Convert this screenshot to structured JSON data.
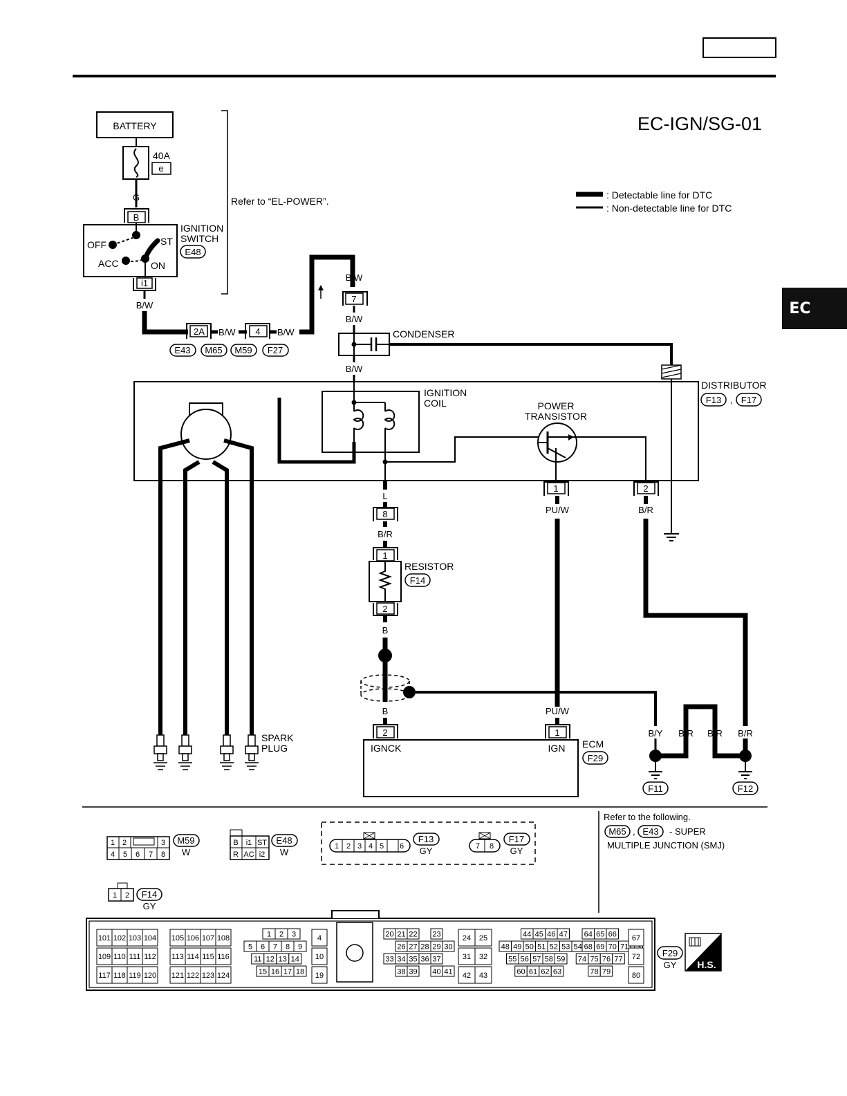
{
  "header": {
    "section_tab": "EC",
    "diagram_code": "EC-IGN/SG-01"
  },
  "legend": {
    "detectable": ": Detectable line for DTC",
    "non_detectable": ": Non-detectable line for DTC"
  },
  "refer_power": "Refer to “EL-POWER”.",
  "battery": "BATTERY",
  "fuse": {
    "rating": "40A",
    "id": "e"
  },
  "ignition_switch": {
    "label1": "IGNITION",
    "label2": "SWITCH",
    "connector": "E48",
    "pin_b": "B",
    "pin_i1": "i1",
    "positions": {
      "off": "OFF",
      "acc": "ACC",
      "on": "ON",
      "st": "ST"
    }
  },
  "wires": {
    "g": "G",
    "bw": "B/W",
    "l": "L",
    "br": "B/R",
    "b": "B",
    "puw": "PU/W",
    "by": "B/Y"
  },
  "smj": {
    "pin_2a": "2A",
    "pin_4": "4",
    "c1": "E43",
    "c2": "M65",
    "c3": "M59",
    "c4": "F27"
  },
  "pins": {
    "p7": "7",
    "p8": "8",
    "p1": "1",
    "p2": "2"
  },
  "condenser": "CONDENSER",
  "distributor": {
    "label": "DISTRIBUTOR",
    "c1": "F13",
    "c2": "F17",
    "sep": ","
  },
  "ignition_coil": {
    "l1": "IGNITION",
    "l2": "COIL"
  },
  "power_transistor": {
    "l1": "POWER",
    "l2": "TRANSISTOR"
  },
  "resistor": {
    "label": "RESISTOR",
    "connector": "F14"
  },
  "spark_plug": {
    "l1": "SPARK",
    "l2": "PLUG"
  },
  "ecm": {
    "label": "ECM",
    "connector": "F29",
    "ignck": "IGNCK",
    "ign": "IGN"
  },
  "grounds": {
    "f11": "F11",
    "f12": "F12"
  },
  "connectors": {
    "m59": {
      "id": "M59",
      "color": "W",
      "pins": [
        "1",
        "2",
        "3",
        "4",
        "5",
        "6",
        "7",
        "8"
      ]
    },
    "e48": {
      "id": "E48",
      "color": "W",
      "pins": [
        "B",
        "i1",
        "ST",
        "R",
        "AC",
        "i2"
      ]
    },
    "f13": {
      "id": "F13",
      "color": "GY",
      "pins": [
        "1",
        "2",
        "3",
        "4",
        "5",
        "6"
      ]
    },
    "f17": {
      "id": "F17",
      "color": "GY",
      "pins": [
        "7",
        "8"
      ]
    },
    "f14": {
      "id": "F14",
      "color": "GY",
      "pins": [
        "1",
        "2"
      ]
    },
    "f29": {
      "id": "F29",
      "color": "GY"
    }
  },
  "refer_following": {
    "line1": "Refer to the following.",
    "c1": "M65",
    "sep": ",",
    "c2": "E43",
    "line2": "- SUPER",
    "line3": "MULTIPLE JUNCTION (SMJ)"
  },
  "hs_badge": "H.S.",
  "ecm_pin_groups": [
    [
      "101",
      "102",
      "103",
      "104",
      "109",
      "110",
      "111",
      "112",
      "117",
      "118",
      "119",
      "120"
    ],
    [
      "105",
      "106",
      "107",
      "108",
      "113",
      "114",
      "115",
      "116",
      "121",
      "122",
      "123",
      "124"
    ],
    [
      "1",
      "2",
      "3",
      "5",
      "6",
      "7",
      "8",
      "9",
      "11",
      "12",
      "13",
      "14",
      "15",
      "16",
      "17",
      "18"
    ],
    [
      "4",
      "10",
      "19"
    ],
    [
      "20",
      "21",
      "22",
      "23",
      "26",
      "27",
      "28",
      "29",
      "30",
      "33",
      "34",
      "35",
      "36",
      "37",
      "38",
      "39",
      "40",
      "41"
    ],
    [
      "24",
      "25",
      "31",
      "32",
      "42",
      "43"
    ],
    [
      "44",
      "45",
      "46",
      "47",
      "48",
      "49",
      "50",
      "51",
      "52",
      "53",
      "54",
      "55",
      "56",
      "57",
      "58",
      "59",
      "60",
      "61",
      "62",
      "63"
    ],
    [
      "64",
      "65",
      "66",
      "68",
      "69",
      "70",
      "71",
      "73",
      "74",
      "75",
      "76",
      "77",
      "78",
      "79"
    ],
    [
      "67",
      "72",
      "80"
    ]
  ]
}
